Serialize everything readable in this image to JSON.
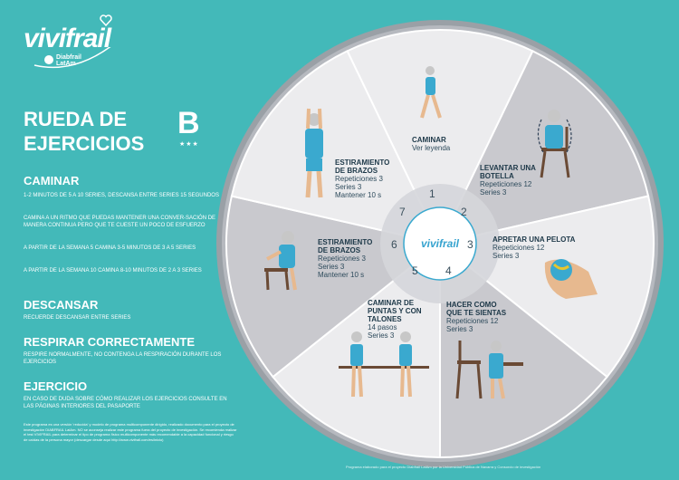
{
  "logo": {
    "word": "vivifrail",
    "sub1": "Diabfrail",
    "sub2": "LatAm"
  },
  "title": {
    "line1": "RUEDA DE",
    "line2": "EJERCICIOS",
    "level": "B",
    "stars": "★★★"
  },
  "sections": {
    "caminar": {
      "heading": "CAMINAR",
      "p1": "1-2 MINUTOS DE 5 A 10 SERIES, DESCANSA ENTRE SERIES 15 SEGUNDOS",
      "p2": "CAMINA A UN RITMO QUE PUEDAS MANTENER UNA CONVER-SACIÓN DE MANERA CONTINUA PERO QUE TE CUESTE UN POCO DE ESFUERZO",
      "p3": "A PARTIR DE LA SEMANA 5 CAMINA 3-5 MINUTOS DE 3 A 5 SERIES",
      "p4": "A PARTIR DE LA SEMANA 10 CAMINA 8-10 MINUTOS DE 2 A 3 SERIES"
    },
    "descansar": {
      "heading": "DESCANSAR",
      "p1": "RECUERDE DESCANSAR ENTRE SERIES"
    },
    "respirar": {
      "heading": "RESPIRAR CORRECTAMENTE",
      "p1": "RESPIRE NORMALMENTE, NO CONTENGA LA RESPIRACIÓN DURANTE LOS EJERCICIOS"
    },
    "ejercicio": {
      "heading": "EJERCICIO",
      "p1": "EN CASO DE DUDA SOBRE CÓMO REALIZAR LOS EJERCICIOS CONSULTE EN LAS PÁGINAS INTERIORES DEL PASAPORTE"
    }
  },
  "footer_left": "Este programa es una versión 'reducida' y modelo de programa multicomponente dirigido, realizado documento para el proyecto de investigación DIABFRAIL LatAm. NO se aconseja realizar este programa fuera del proyecto de investigación. Se recomienda realizar el test VIVIFRAIL para determinar el tipo de programa físico multicomponente más recomendable a la capacidad funcional y riesgo de caídas de la persona mayor (descargar desde aquí http://www.vivifrail.com/es/inicio)",
  "footer_right": "Programa elaborado para el proyecto Diabfrail LatAm por la Universidad Pública de Navarra y Consorcio de investigación",
  "wheel": {
    "center": "vivifrail",
    "numbers": [
      "1",
      "2",
      "3",
      "4",
      "5",
      "6",
      "7"
    ],
    "segments": [
      {
        "title": "CAMINAR",
        "lines": [
          "Ver leyenda"
        ]
      },
      {
        "title": "LEVANTAR UNA BOTELLA",
        "lines": [
          "Repeticiones 12",
          "Series 3"
        ]
      },
      {
        "title": "APRETAR UNA PELOTA",
        "lines": [
          "Repeticiones 12",
          "Series 3"
        ]
      },
      {
        "title": "HACER COMO QUE TE SIENTAS",
        "lines": [
          "Repeticiones 12",
          "Series 3"
        ]
      },
      {
        "title": "CAMINAR DE PUNTAS Y CON TALONES",
        "lines": [
          "14 pasos",
          "Series 3"
        ]
      },
      {
        "title": "ESTIRAMIENTO DE BRAZOS",
        "lines": [
          "Repeticiones 3",
          "Series 3",
          "Mantener 10 s"
        ]
      },
      {
        "title": "ESTIRAMIENTO DE BRAZOS",
        "lines": [
          "Repeticiones 3",
          "Series 3",
          "Mantener 10 s"
        ]
      }
    ]
  },
  "colors": {
    "background": "#43b9b9",
    "wheel_light": "#ececee",
    "wheel_dark": "#c9c9ce",
    "accent": "#3aa9cf"
  }
}
